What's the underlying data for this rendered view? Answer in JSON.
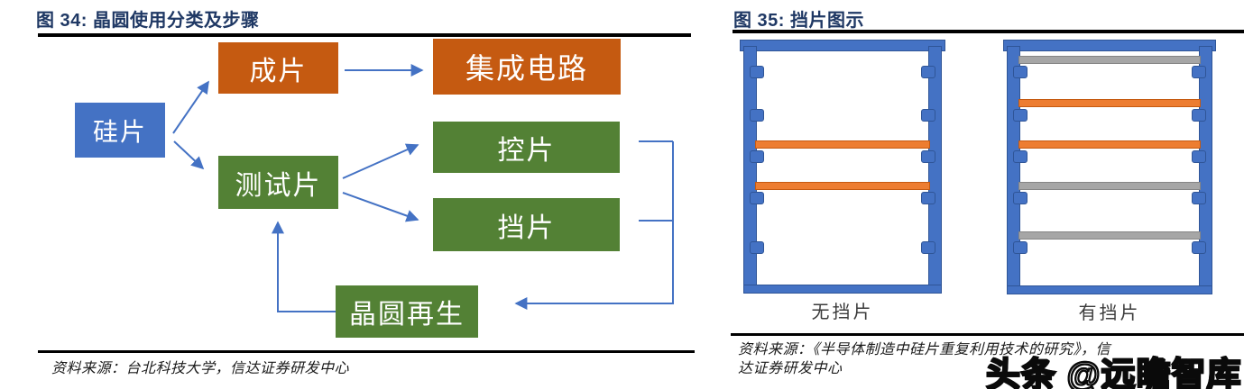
{
  "figure34": {
    "title": "图 34: 晶圆使用分类及步骤",
    "nodes": {
      "silicon": "硅片",
      "prime": "成片",
      "ic": "集成电路",
      "test": "测试片",
      "control": "控片",
      "dummy": "挡片",
      "reclaim": "晶圆再生"
    },
    "source": "资料来源：台北科技大学，信达证券研发中心",
    "colors": {
      "title_navy": "#1F3864",
      "node_blue": "#4472C4",
      "node_orange": "#C55A11",
      "node_green": "#538135",
      "arrow_blue": "#4472C4"
    }
  },
  "figure35": {
    "title": "图 35: 挡片图示",
    "cassettes": [
      {
        "label": "无挡片",
        "slots": [
          "empty",
          "empty",
          "orange",
          "orange",
          "empty"
        ]
      },
      {
        "label": "有挡片",
        "slots": [
          "gray",
          "orange",
          "orange",
          "gray",
          "gray"
        ]
      }
    ],
    "source_line1": "资料来源：《半导体制造中硅片重复利用技术的研究》，信",
    "source_line2": "达证券研发中心",
    "colors": {
      "frame_blue": "#4472C4",
      "frame_edge": "#2F5597",
      "wafer_orange": "#ED7D31",
      "wafer_gray": "#A6A6A6"
    }
  },
  "watermark": {
    "text": "头条 @远瞻智库"
  }
}
